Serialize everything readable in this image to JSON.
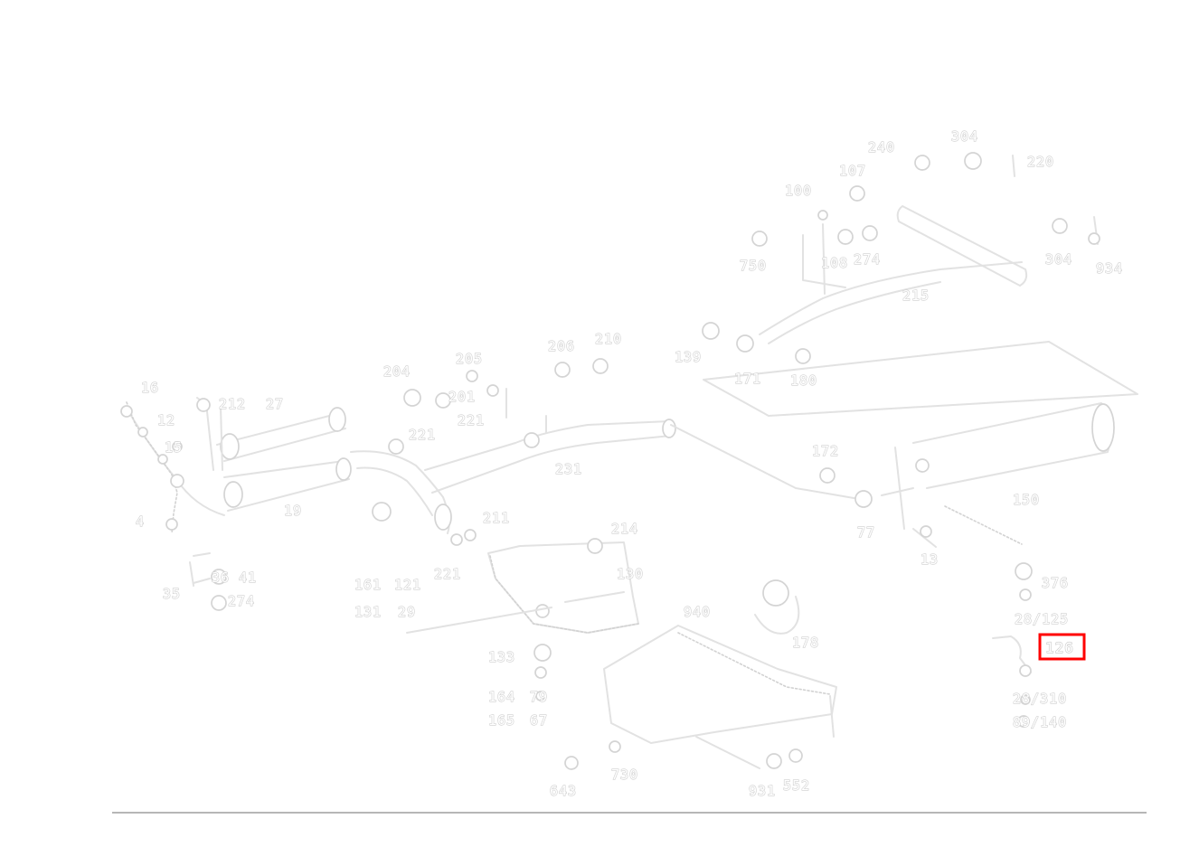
{
  "labels": {
    "l_240": "240",
    "l_304a": "304",
    "l_220": "220",
    "l_107": "107",
    "l_100": "100",
    "l_750": "750",
    "l_108": "108",
    "l_274": "274",
    "l_304b": "304",
    "l_934": "934",
    "l_215": "215",
    "l_139": "139",
    "l_171": "171",
    "l_180": "180",
    "l_206": "206",
    "l_210": "210",
    "l_205": "205",
    "l_204": "204",
    "l_221a": "221",
    "l_221b": "221",
    "l_201": "201",
    "l_231": "231",
    "l_16": "16",
    "l_12": "12",
    "l_212": "212",
    "l_27": "27",
    "l_15": "15",
    "l_4": "4",
    "l_19": "19",
    "l_35": "35",
    "l_36": "36",
    "l_41": "41",
    "l_274b": "274",
    "l_172": "172",
    "l_150": "150",
    "l_77": "77",
    "l_13": "13",
    "l_211": "211",
    "l_221c": "221",
    "l_214": "214",
    "l_130": "130",
    "l_161": "161",
    "l_121": "121",
    "l_131": "131",
    "l_29": "29",
    "l_376": "376",
    "l_28_125": "28/125",
    "l_126": "126",
    "l_28_310": "28/310",
    "l_89_140": "89/140",
    "l_940": "940",
    "l_178": "178",
    "l_133": "133",
    "l_164": "164",
    "l_165": "165",
    "l_79": "79",
    "l_67": "67",
    "l_643": "643",
    "l_730": "730",
    "l_931": "931",
    "l_552": "552"
  },
  "highlight": {
    "label": "126",
    "color": "#ff0000"
  }
}
